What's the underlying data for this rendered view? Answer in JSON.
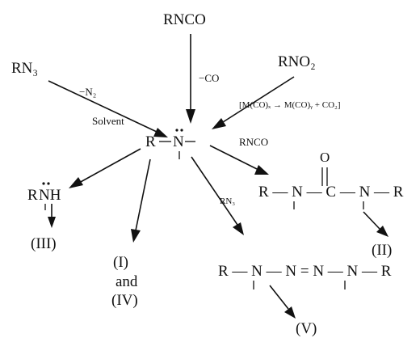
{
  "reactants": {
    "isocyanate": "RNCO",
    "azide": "RN₃",
    "nitro": "RNO₂"
  },
  "conditions": {
    "minus_co": "−CO",
    "minus_n2": "−N₂",
    "carbonyl": "[M(CO)ₓ → M(CO)ᵧ + CO₂]"
  },
  "center": {
    "r": "R",
    "dash": "—",
    "n": "N",
    "dots": "··",
    "tail": "—"
  },
  "branches": {
    "solvent_label": "Solvent",
    "rnco_label": "RNCO",
    "rn3_label": "RN₃"
  },
  "amine": {
    "r": "R",
    "nh": "NH",
    "dots": "··"
  },
  "urea": {
    "o": "O",
    "formula": "R — N — C — N — R"
  },
  "triazene": {
    "formula": "R — N — N = N — N — R"
  },
  "products": {
    "p3": "(III)",
    "p1": "(I)",
    "and": "and",
    "p4": "(IV)",
    "p2": "(II)",
    "p5": "(V)"
  }
}
